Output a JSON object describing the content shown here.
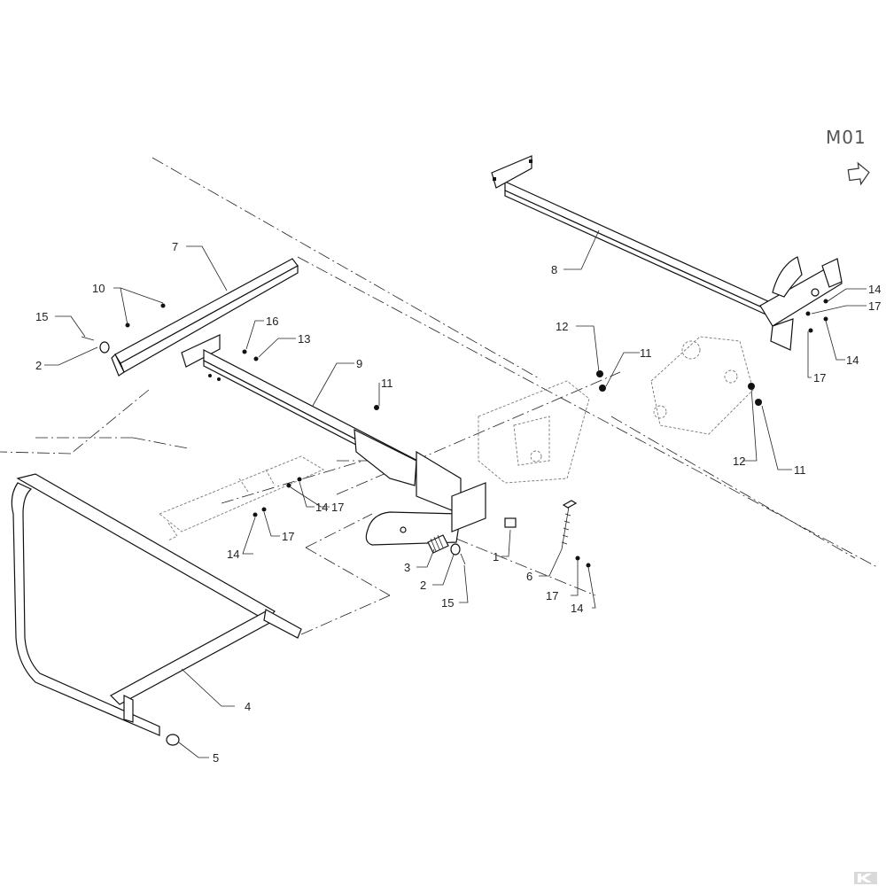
{
  "page_code": "M01",
  "callouts": {
    "c1": "1",
    "c2a": "2",
    "c2b": "2",
    "c3": "3",
    "c4": "4",
    "c5": "5",
    "c6": "6",
    "c7": "7",
    "c8": "8",
    "c9": "9",
    "c10": "10",
    "c11a": "11",
    "c11b": "11",
    "c11c": "11",
    "c12a": "12",
    "c12b": "12",
    "c13": "13",
    "c14a": "14",
    "c14b": "14",
    "c14c": "14",
    "c14d": "14",
    "c14e": "14",
    "c15a": "15",
    "c15b": "15",
    "c16": "16",
    "c17a": "17",
    "c17b": "17",
    "c17c": "17",
    "c17d": "17",
    "c17e": "17"
  },
  "icons": {
    "view_arrow": "view-direction-arrow-icon",
    "brand_logo": "brand-logo"
  }
}
